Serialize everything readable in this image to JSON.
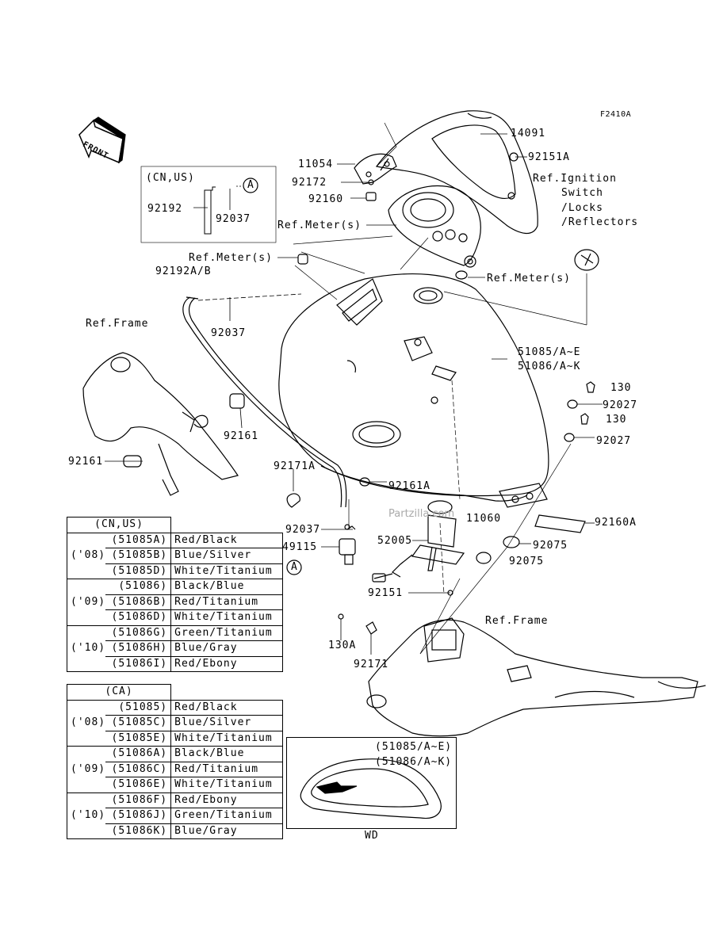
{
  "figure_code": "F2410A",
  "front_label": "FRONT",
  "labels": {
    "p14091": "14091",
    "p92151A": "92151A",
    "p11054": "11054",
    "p92172": "92172",
    "p92160": "92160",
    "ref_ignition_1": "Ref.Ignition",
    "ref_ignition_2": "Switch",
    "ref_ignition_3": "/Locks",
    "ref_ignition_4": "/Reflectors",
    "ref_meter_1": "Ref.Meter(s)",
    "ref_meter_2": "Ref.Meter(s)",
    "ref_meter_3": "Ref.Meter(s)",
    "p92192AB": "92192A/B",
    "ref_frame_1": "Ref.Frame",
    "p92037a": "92037",
    "p51085": "51085/A~E",
    "p51086": "51086/A~K",
    "p130a": "130",
    "p92027a": "92027",
    "p130b": "130",
    "p92027b": "92027",
    "p92161a": "92161",
    "p92161b": "92161",
    "p92171A": "92171A",
    "p92161A": "92161A",
    "p11060": "11060",
    "p92160A": "92160A",
    "p92037b": "92037",
    "p49115": "49115",
    "p52005": "52005",
    "p92075a": "92075",
    "p92075b": "92075",
    "p92151": "92151",
    "ref_frame_2": "Ref.Frame",
    "p130A": "130A",
    "p92171": "92171",
    "watermark": "Partzilla.com",
    "circle_a": "A"
  },
  "inset_box": {
    "title": "(CN,US)",
    "p92192": "92192",
    "p92037": "92037",
    "circle": "A"
  },
  "table_cnus": {
    "header": "(CN,US)",
    "rows": [
      {
        "year": "",
        "part": "(51085A)",
        "color": "Red/Black"
      },
      {
        "year": "('08)",
        "part": "(51085B)",
        "color": "Blue/Silver"
      },
      {
        "year": "",
        "part": "(51085D)",
        "color": "White/Titanium"
      },
      {
        "year": "",
        "part": "(51086)",
        "color": "Black/Blue"
      },
      {
        "year": "('09)",
        "part": "(51086B)",
        "color": "Red/Titanium"
      },
      {
        "year": "",
        "part": "(51086D)",
        "color": "White/Titanium"
      },
      {
        "year": "",
        "part": "(51086G)",
        "color": "Green/Titanium"
      },
      {
        "year": "('10)",
        "part": "(51086H)",
        "color": "Blue/Gray"
      },
      {
        "year": "",
        "part": "(51086I)",
        "color": "Red/Ebony"
      }
    ]
  },
  "table_ca": {
    "header": "(CA)",
    "rows": [
      {
        "year": "",
        "part": "(51085)",
        "color": "Red/Black"
      },
      {
        "year": "('08)",
        "part": "(51085C)",
        "color": "Blue/Silver"
      },
      {
        "year": "",
        "part": "(51085E)",
        "color": "White/Titanium"
      },
      {
        "year": "",
        "part": "(51086A)",
        "color": "Black/Blue"
      },
      {
        "year": "('09)",
        "part": "(51086C)",
        "color": "Red/Titanium"
      },
      {
        "year": "",
        "part": "(51086E)",
        "color": "White/Titanium"
      },
      {
        "year": "",
        "part": "(51086F)",
        "color": "Red/Ebony"
      },
      {
        "year": "('10)",
        "part": "(51086J)",
        "color": "Green/Titanium"
      },
      {
        "year": "",
        "part": "(51086K)",
        "color": "Blue/Gray"
      }
    ]
  },
  "wd_inset": {
    "line1": "(51085/A~E)",
    "line2": "(51086/A~K)",
    "caption": "WD"
  }
}
